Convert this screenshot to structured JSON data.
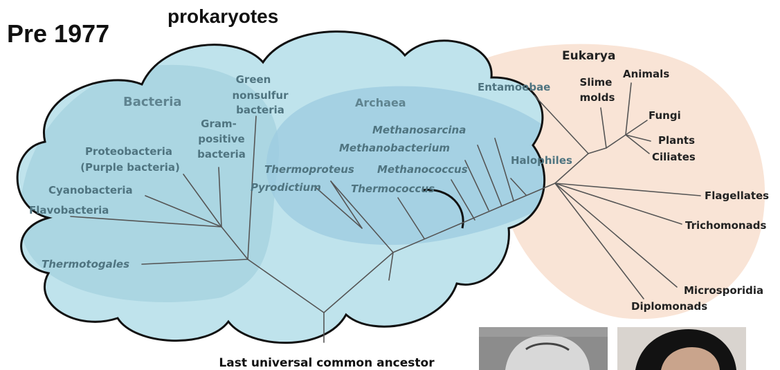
{
  "header": {
    "era": "Pre 1977",
    "caption": "prokaryotes"
  },
  "groups": {
    "bacteria": "Bacteria",
    "archaea": "Archaea",
    "eukarya": "Eukarya"
  },
  "bacteria_taxa": {
    "green_nonsulfur": [
      "Green",
      "nonsulfur",
      "bacteria"
    ],
    "gram_positive": [
      "Gram-",
      "positive",
      "bacteria"
    ],
    "proteobacteria": [
      "Proteobacteria",
      "(Purple bacteria)"
    ],
    "cyanobacteria": "Cyanobacteria",
    "flavobacteria": "Flavobacteria",
    "thermotogales": "Thermotogales"
  },
  "archaea_taxa": {
    "methanosarcina": "Methanosarcina",
    "methanobacterium": "Methanobacterium",
    "thermoproteus": "Thermoproteus",
    "methanococcus": "Methanococcus",
    "pyrodictium": "Pyrodictium",
    "thermococcus": "Thermococcus",
    "halophiles": "Halophiles"
  },
  "eukarya_taxa": {
    "entamoebae": "Entamoebae",
    "slime_molds": [
      "Slime",
      "molds"
    ],
    "animals": "Animals",
    "fungi": "Fungi",
    "plants": "Plants",
    "ciliates": "Ciliates",
    "flagellates": "Flagellates",
    "trichomonads": "Trichomonads",
    "microsporidia": "Microsporidia",
    "diplomonads": "Diplomonads"
  },
  "root_label": "Last universal common ancestor",
  "colors": {
    "cloud_fill": "#bfe3ec",
    "bacteria_region": "#a6d2e0",
    "archaea_region": "#9ccbe0",
    "eukarya_region": "#f9e4d6",
    "group_label": "#5f8490",
    "taxon_label": "#4f7480",
    "branch": "#555555"
  }
}
